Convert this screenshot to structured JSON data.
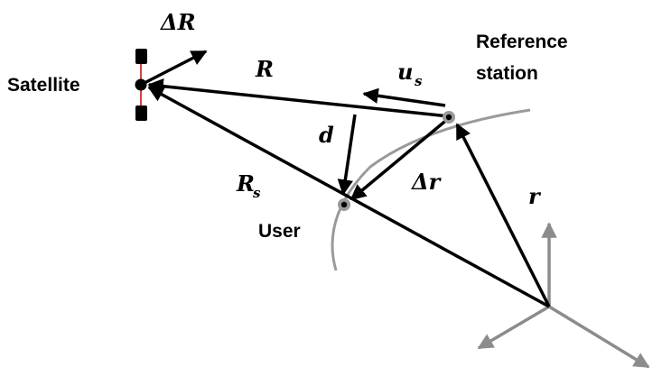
{
  "labels": {
    "satellite": "Satellite",
    "reference_station_line1": "Reference",
    "reference_station_line2": "station",
    "user": "User"
  },
  "symbols": {
    "delta_R": "ΔR",
    "R": "R",
    "u_s_base": "u",
    "u_s_sub": "s",
    "d": "d",
    "R_s_base": "R",
    "R_s_sub": "s",
    "delta_r": "Δr",
    "r": "r"
  },
  "colors": {
    "vector": "#000000",
    "axis": "#8c8c8c",
    "arc": "#9a9a9a",
    "satellite_panel": "#000000",
    "satellite_mast": "#cc0000"
  }
}
